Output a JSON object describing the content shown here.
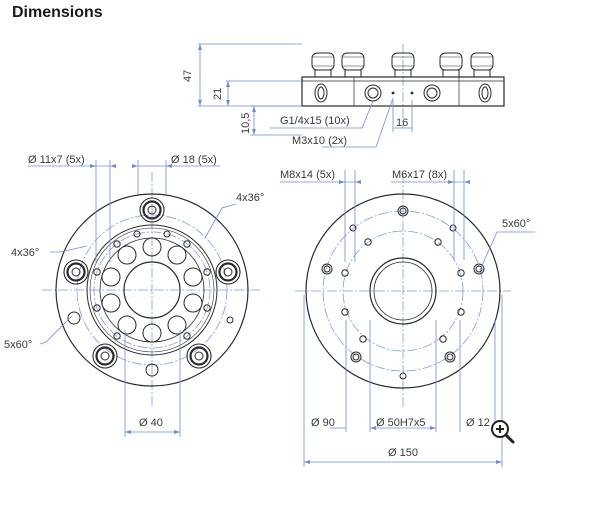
{
  "page": {
    "title": "Dimensions"
  },
  "colors": {
    "line": "#2a2a2a",
    "dimension": "#6d8fd8",
    "text": "#3a3a3a"
  },
  "side_view": {
    "dims": {
      "h47": "47",
      "h21": "21",
      "h10_5": "10,5",
      "w16": "16",
      "thread_g": "G1/4x15 (10x)",
      "thread_m3": "M3x10 (2x)"
    }
  },
  "front_view": {
    "labels": {
      "hole_11x7": "Ø 11x7 (5x)",
      "hole_18": "Ø 18 (5x)",
      "angle_left": "4x36°",
      "angle_right": "4x36°",
      "angle_5x60": "5x60°",
      "dia_40": "Ø 40"
    }
  },
  "rear_view": {
    "labels": {
      "m8": "M8x14 (5x)",
      "m6": "M6x17 (8x)",
      "angle_5x60": "5x60°",
      "dia_90": "Ø 90",
      "dia_50": "Ø 50H7x5",
      "dia_12x": "Ø 12",
      "dia_150": "Ø 150"
    }
  },
  "toolbar": {
    "zoom_icon": "zoom-in-icon"
  }
}
